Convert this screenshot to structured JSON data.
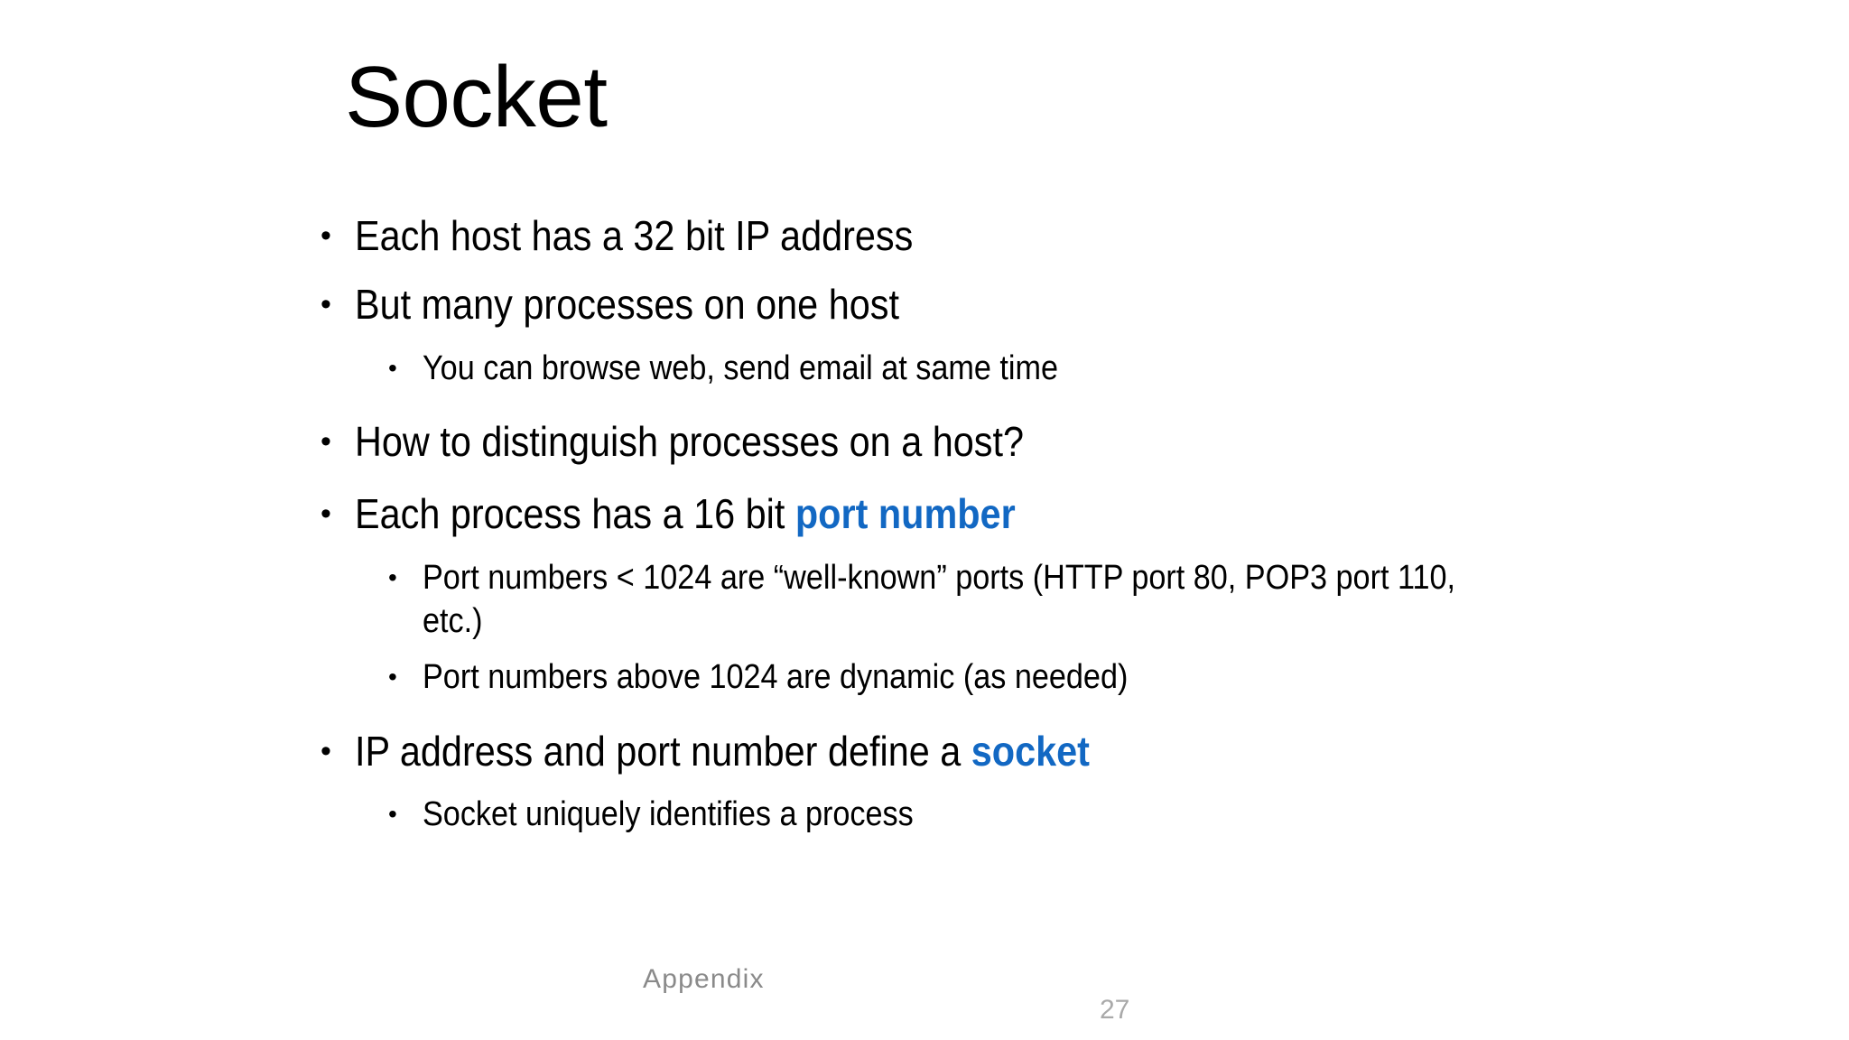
{
  "slide": {
    "title": "Socket",
    "background_color": "#FFFFFF",
    "text_color": "#000000",
    "accent_color": "#1268C3",
    "footer_color": "#8A8A8A",
    "page_number_color": "#A9A9A9",
    "bullet_glyph": "•"
  },
  "content": {
    "b1": {
      "text": "Each host has a 32 bit IP address"
    },
    "b2": {
      "text": "But many processes on one host"
    },
    "b2s1": {
      "text": "You can browse web, send email at same time"
    },
    "b3": {
      "text": "How to distinguish processes on a host?"
    },
    "b4": {
      "lead": "Each process has a 16 bit ",
      "accent": "port number"
    },
    "b4s1": {
      "text": "Port numbers < 1024 are “well-known” ports (HTTP port 80, POP3 port 110, etc.)"
    },
    "b4s2": {
      "text": "Port numbers above 1024 are dynamic (as needed)"
    },
    "b5": {
      "lead": "IP address and port number define a ",
      "accent": "socket"
    },
    "b5s1": {
      "text": "Socket uniquely identifies a process"
    }
  },
  "footer": {
    "note": "Appendix",
    "page_number": "27"
  }
}
